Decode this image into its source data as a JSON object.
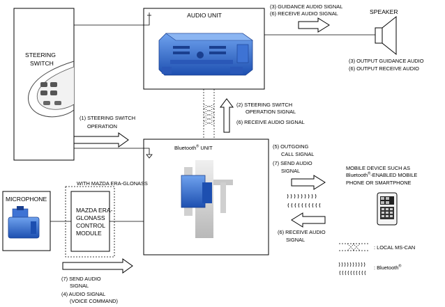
{
  "blocks": {
    "audio_unit": "AUDIO UNIT",
    "steering_switch_l1": "STEERING",
    "steering_switch_l2": "SWITCH",
    "bluetooth_unit_prefix": "Bluetooth",
    "bluetooth_unit_reg": "®",
    "bluetooth_unit_suffix": " UNIT",
    "speaker": "SPEAKER",
    "microphone": "MICROPHONE",
    "era_glonass_group": "WITH MAZDA ERA-GLONASS",
    "era_module_l1": "MAZDA ERA-",
    "era_module_l2": "GLONASS",
    "era_module_l3": "CONTROL",
    "era_module_l4": "MODULE",
    "mobile_l1": "MOBILE DEVICE SUCH AS",
    "mobile_l2_prefix": "Bluetooth",
    "mobile_l2_reg": "®",
    "mobile_l2_suffix": "-ENABLED MOBILE",
    "mobile_l3": "PHONE OR SMARTPHONE"
  },
  "signals": {
    "guidance_audio": "(3) GUIDANCE AUDIO SIGNAL",
    "receive_audio_to_speaker": "(6) RECEIVE AUDIO SIGNAL",
    "output_guidance": "(3) OUTPUT GUIDANCE AUDIO",
    "output_receive": "(6) OUTPUT RECEIVE AUDIO",
    "steering_op_l1": "(1) STEERING SWITCH",
    "steering_op_l2": "OPERATION",
    "ss_op_signal_l1": "(2) STEERING SWITCH",
    "ss_op_signal_l2": "OPERATION SIGNAL",
    "receive_audio_up": "(6) RECEIVE AUDIO SIGNAL",
    "outgoing_l1": "(5) OUTGOING",
    "outgoing_l2": "CALL SIGNAL",
    "send_audio_right_l1": "(7) SEND AUDIO",
    "send_audio_right_l2": "SIGNAL",
    "receive_audio_right_l1": "(6) RECEIVE AUDIO",
    "receive_audio_right_l2": "SIGNAL",
    "send_audio_bottom_l1": "(7) SEND AUDIO",
    "send_audio_bottom_l2": "SIGNAL",
    "audio_voice_l1": "(4) AUDIO SIGNAL",
    "audio_voice_l2": "(VOICE COMMAND)"
  },
  "legend": {
    "local_ms_can": ": LOCAL MS-CAN",
    "bluetooth_prefix": ": Bluetooth",
    "bluetooth_reg": "®"
  },
  "colors": {
    "line": "#000000",
    "component_blue": "#2f6fd1",
    "component_dark": "#1a3f8f"
  }
}
